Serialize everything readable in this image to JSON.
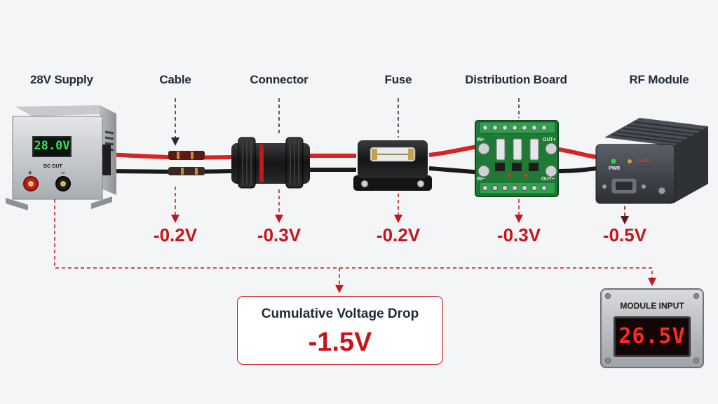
{
  "components": [
    {
      "name": "28V Supply"
    },
    {
      "name": "Cable",
      "drop": "-0.2V"
    },
    {
      "name": "Connector",
      "drop": "-0.3V"
    },
    {
      "name": "Fuse",
      "drop": "-0.2V"
    },
    {
      "name": "Distribution Board",
      "drop": "-0.3V"
    },
    {
      "name": "RF Module",
      "drop": "-0.5V"
    }
  ],
  "supply": {
    "display": "28.0V",
    "panel_label": "DC OUT",
    "plus": "+",
    "minus": "−"
  },
  "board": {
    "in_plus": "IN+",
    "in_minus": "IN−",
    "out_plus": "OUT+",
    "out_minus": "OUT−"
  },
  "module": {
    "led_label": "PWR",
    "alm_label": "ALM"
  },
  "summary": {
    "title": "Cumulative Voltage Drop",
    "value": "-1.5V"
  },
  "meter": {
    "title": "MODULE INPUT",
    "value": "26.5V"
  },
  "colors": {
    "accent_red": "#c8141c",
    "text_dark": "#1e2a3a",
    "wire_red": "#d42424",
    "wire_black": "#1a1a1a",
    "pcb_green": "#1f7a36",
    "lcd_green": "#39e05a",
    "lcd_red": "#ff2a1f"
  }
}
